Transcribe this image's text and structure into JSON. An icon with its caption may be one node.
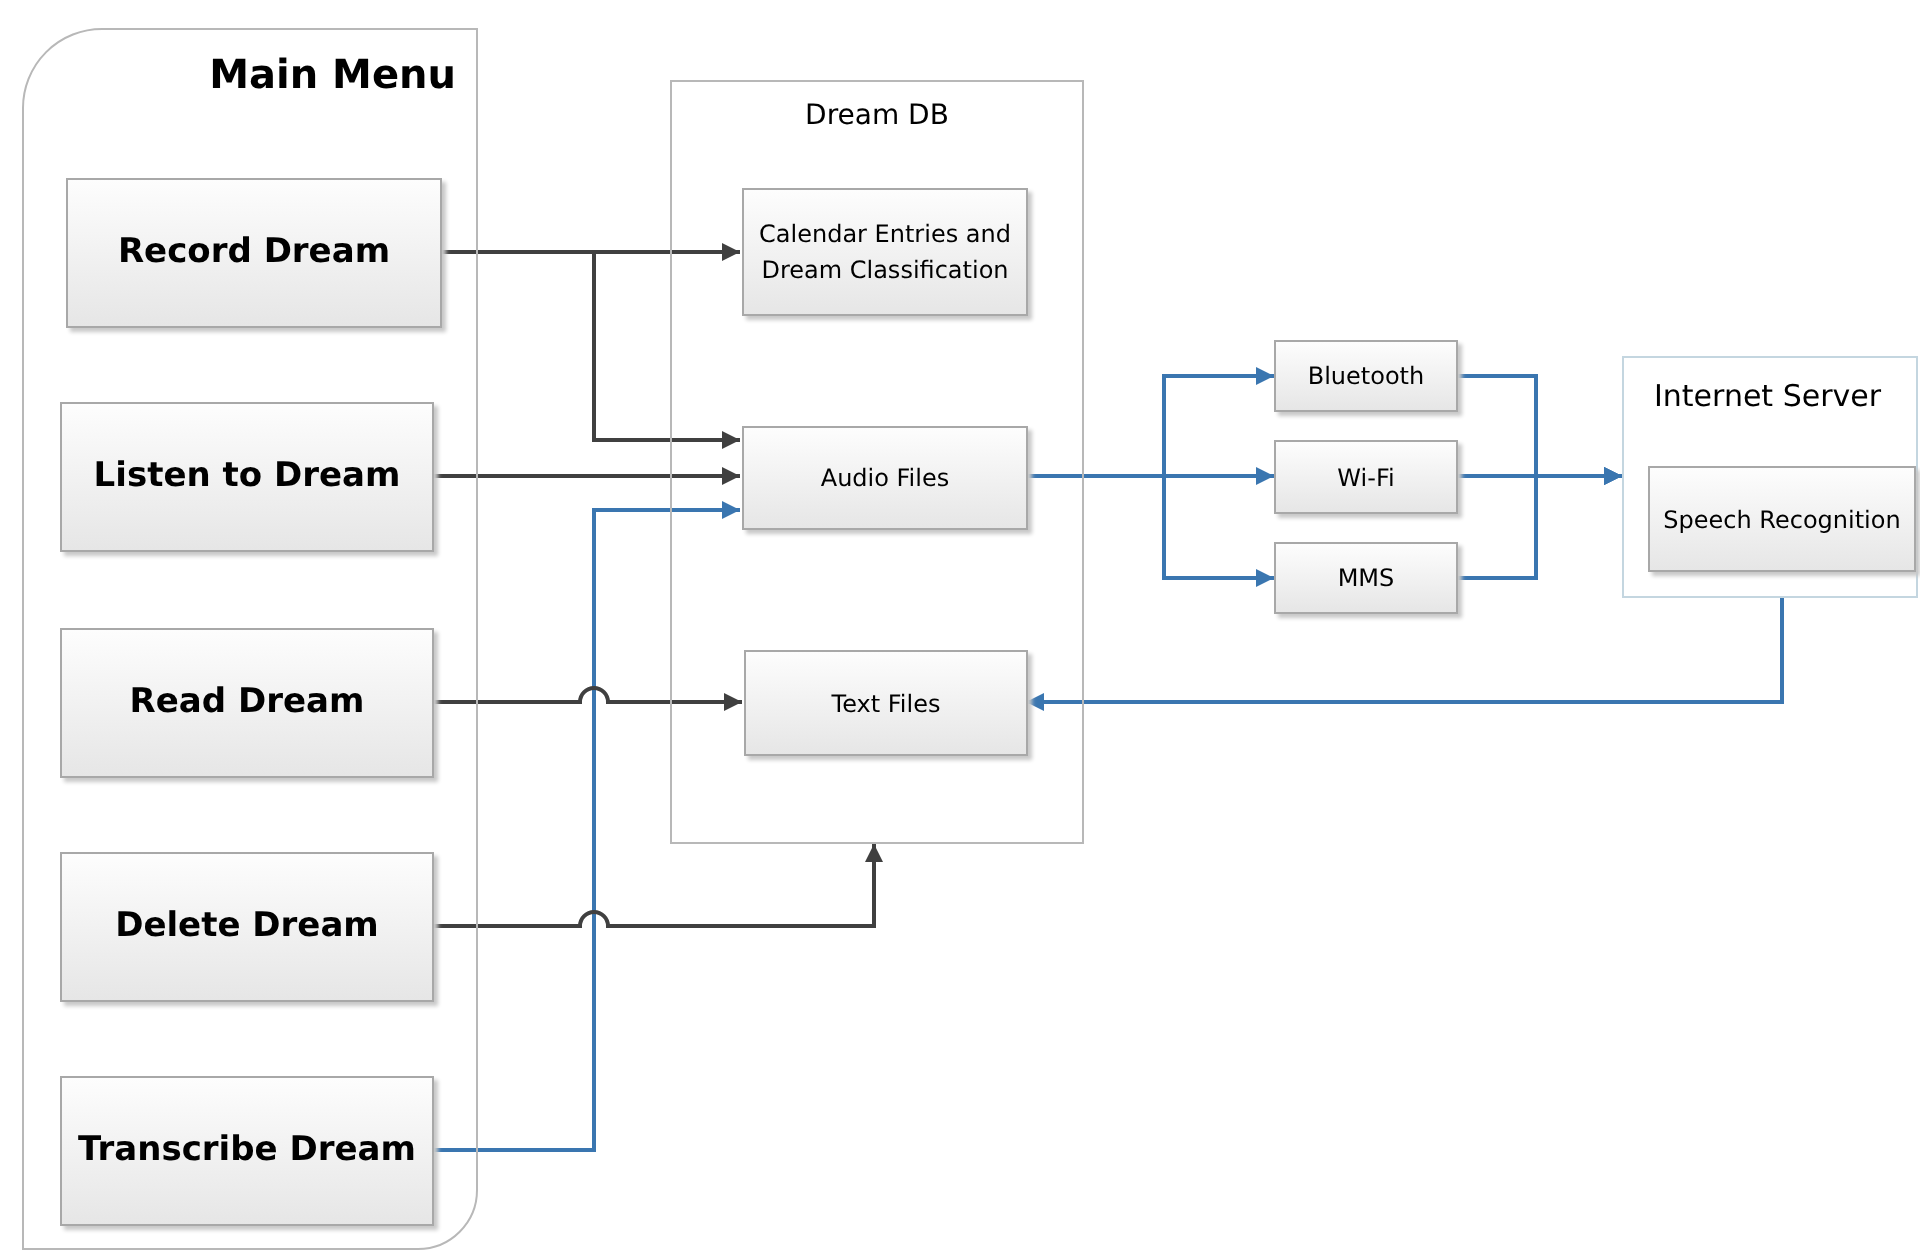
{
  "diagram": {
    "nodes": [
      {
        "text": [
          "Main Menu"
        ]
      },
      {
        "text": [
          "Record Dream"
        ],
        "in": 0
      },
      {
        "text": [
          "Listen to Dream"
        ],
        "in": 0
      },
      {
        "text": [
          "Read Dream"
        ],
        "in": 0
      },
      {
        "text": [
          "Delete Dream"
        ],
        "in": 0
      },
      {
        "text": [
          "Transcribe Dream"
        ],
        "in": 0
      },
      {
        "text": [
          "Dream DB"
        ]
      },
      {
        "text": [
          "Calendar Entries and Dream Classification"
        ],
        "in": 6
      },
      {
        "text": [
          "Audio Files"
        ],
        "in": 6
      },
      {
        "text": [
          "Text Files"
        ],
        "in": 6
      },
      {
        "text": [
          "Bluetooth"
        ]
      },
      {
        "text": [
          "Wi-Fi"
        ]
      },
      {
        "text": [
          "MMS"
        ]
      },
      {
        "text": [
          "Internet Server"
        ]
      },
      {
        "text": [
          "Speech Recognition"
        ],
        "in": 13
      }
    ],
    "edges": [
      {
        "from": 1,
        "to": 7,
        "arrow": "to",
        "color": "#404040"
      },
      {
        "from": 1,
        "to": 8,
        "arrow": "to",
        "color": "#404040"
      },
      {
        "from": 2,
        "to": 8,
        "arrow": "to",
        "color": "#404040"
      },
      {
        "from": 5,
        "to": 8,
        "arrow": "to"
      },
      {
        "from": 3,
        "to": 9,
        "arrow": "to",
        "color": "#404040"
      },
      {
        "from": 4,
        "to": 6,
        "arrow": "to",
        "color": "#404040"
      },
      {
        "from": 8,
        "to": 10,
        "arrow": "to"
      },
      {
        "from": 8,
        "to": 11,
        "arrow": "to"
      },
      {
        "from": 8,
        "to": 12,
        "arrow": "to"
      },
      {
        "from": 10,
        "to": 13,
        "arrow": "to"
      },
      {
        "from": 11,
        "to": 13,
        "arrow": "to"
      },
      {
        "from": 12,
        "to": 13,
        "arrow": "to"
      },
      {
        "from": 13,
        "to": 9,
        "arrow": "to"
      }
    ]
  }
}
